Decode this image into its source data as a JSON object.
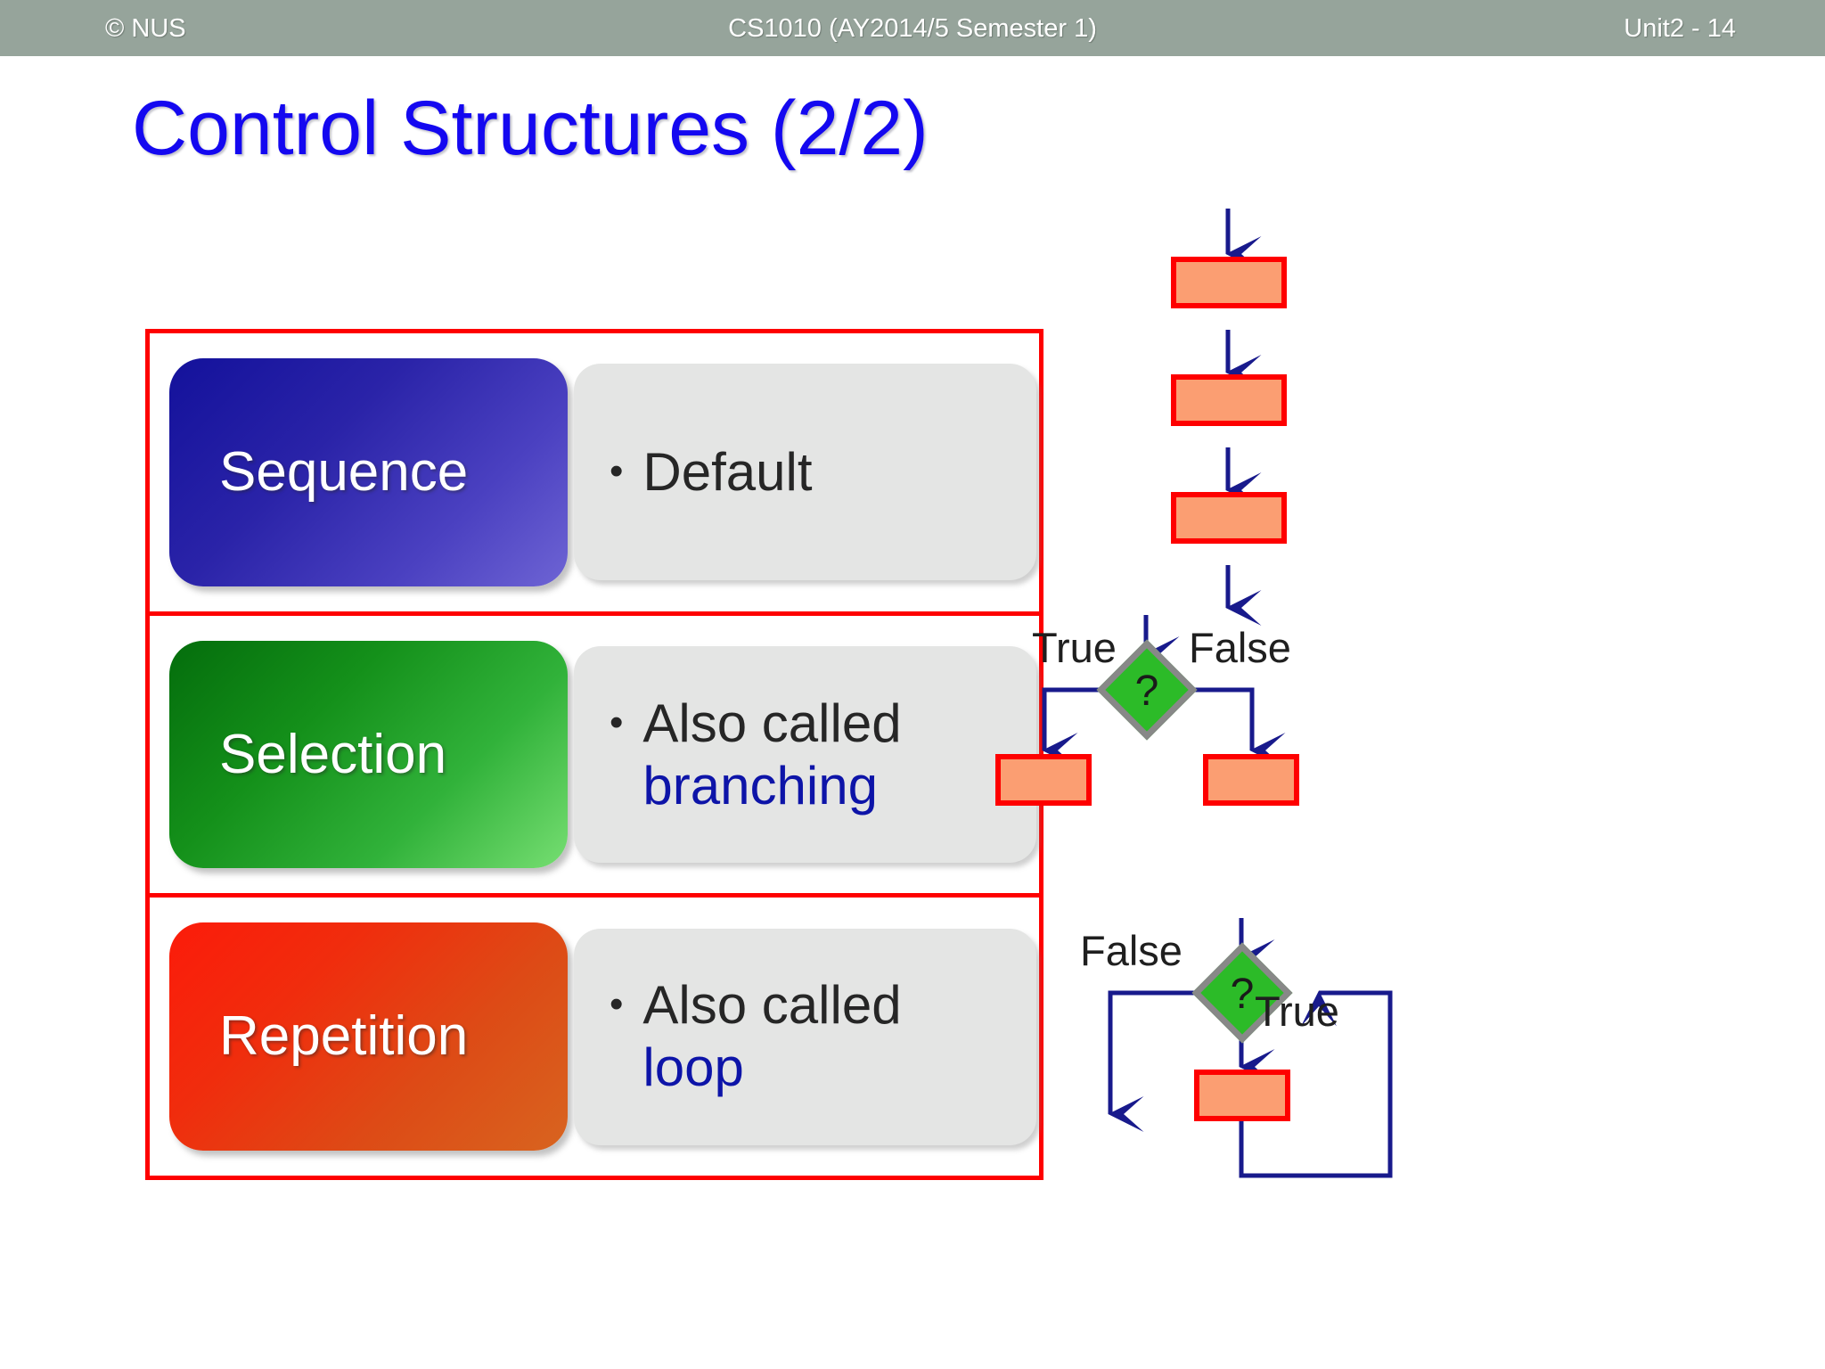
{
  "header": {
    "left": "© NUS",
    "center": "CS1010 (AY2014/5 Semester 1)",
    "right": "Unit2 - 14",
    "band_color": "#96a49b"
  },
  "title": "Control Structures (2/2)",
  "title_color": "#1408f0",
  "table": {
    "border_color": "#fe0000",
    "rows": [
      {
        "label": "Sequence",
        "bullet_main": "Default",
        "bullet_alt": "",
        "gradient_from": "#13119b",
        "gradient_to": "#6e64d4"
      },
      {
        "label": "Selection",
        "bullet_main": "Also called",
        "bullet_alt": "branching",
        "gradient_from": "#046d0c",
        "gradient_to": "#76de72"
      },
      {
        "label": "Repetition",
        "bullet_main": "Also called",
        "bullet_alt": "loop",
        "gradient_from": "#fc1b0a",
        "gradient_to": "#d8641f"
      }
    ],
    "bullet_glyph": "•",
    "desc_bg": "#e4e5e4",
    "alt_text_color": "#0d14a8"
  },
  "flowcharts": {
    "process_fill": "#fb9e72",
    "process_border": "#fe0000",
    "decision_fill": "#2cbb28",
    "decision_border": "#888888",
    "arrow_color": "#181a8c",
    "sequence": {
      "name": "sequence-flowchart",
      "boxes": 3
    },
    "selection": {
      "name": "selection-flowchart",
      "decision_label": "?",
      "true_label": "True",
      "false_label": "False",
      "boxes": 2
    },
    "repetition": {
      "name": "repetition-flowchart",
      "decision_label": "?",
      "false_label": "False",
      "true_label": "True",
      "boxes": 1
    }
  }
}
